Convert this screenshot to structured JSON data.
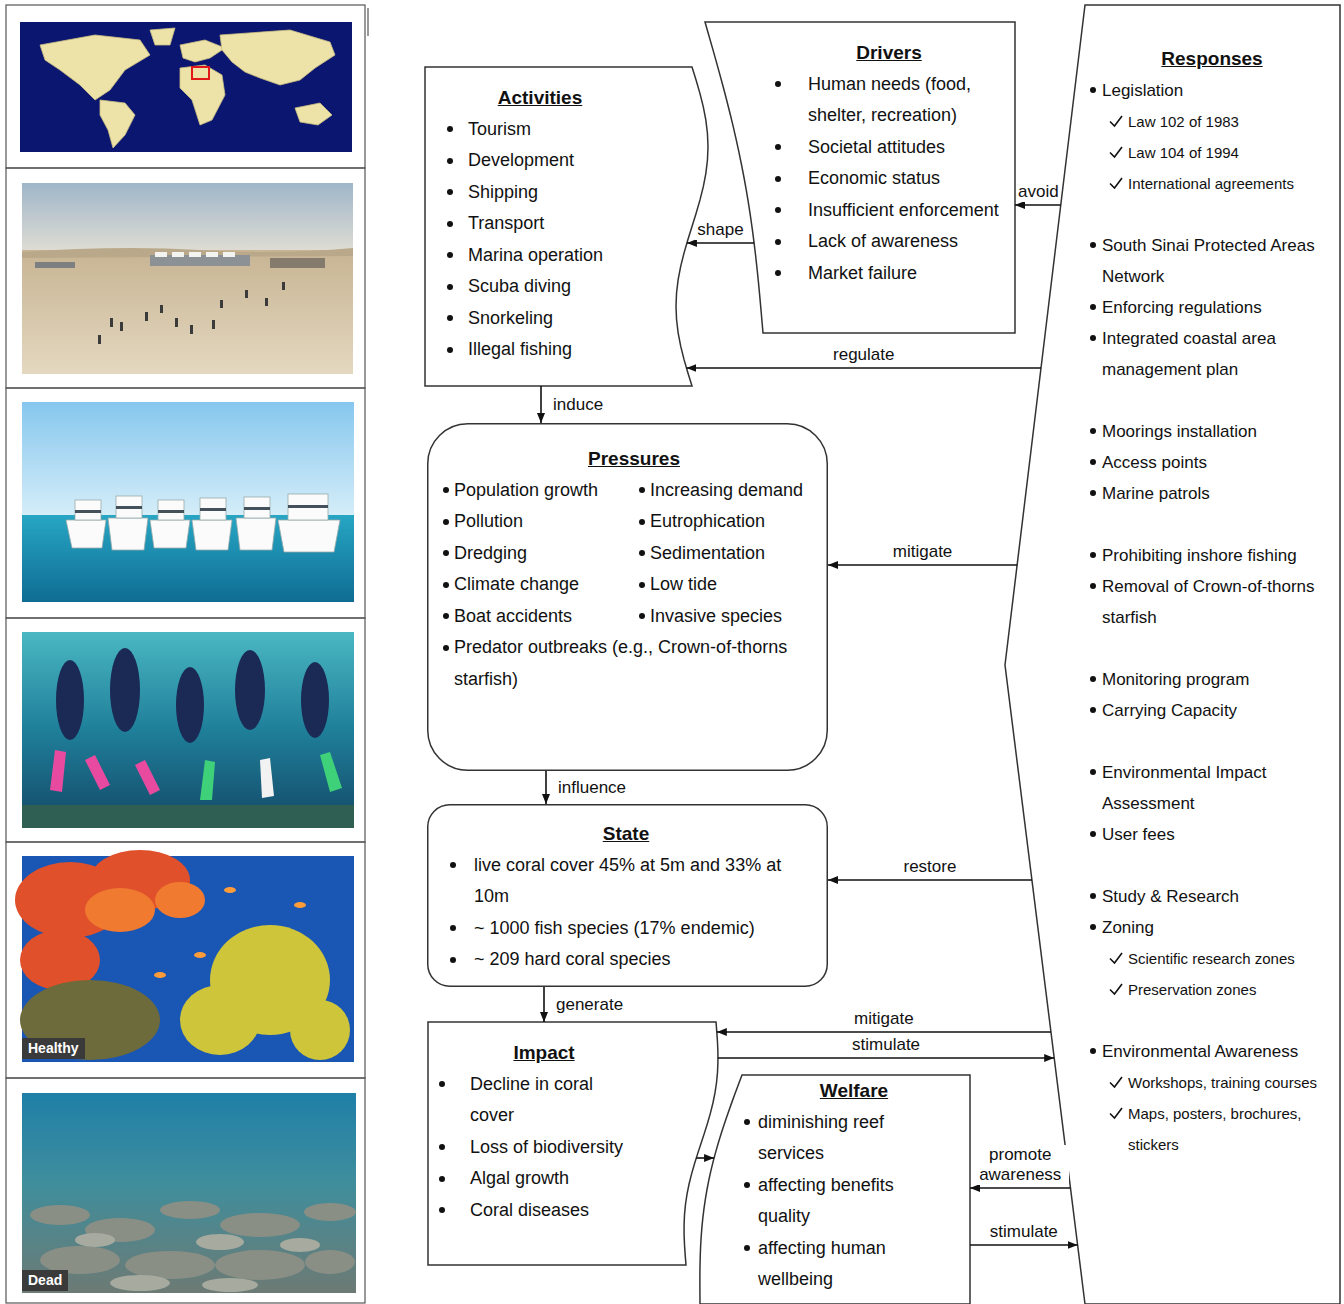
{
  "diagram": {
    "nodes": [
      {
        "text": [
          "Activities",
          "Tourism",
          "Development",
          "Shipping",
          "Transport",
          "Marina operation",
          "Scuba diving",
          "Snorkeling",
          "Illegal fishing"
        ]
      },
      {
        "text": [
          "Drivers",
          "Human needs (food, shelter, recreation)",
          "Societal attitudes",
          "Economic status",
          "Insufficient enforcement",
          "Lack of awareness",
          "Market failure"
        ]
      },
      {
        "text": [
          "Responses",
          "Legislation",
          "Law 102 of 1983",
          "Law 104 of 1994",
          "International agreements",
          "South Sinai Protected Areas Network",
          "Enforcing regulations",
          "Integrated coastal area management plan",
          "Moorings installation",
          "Access points",
          "Marine patrols",
          "Prohibiting inshore fishing",
          "Removal of Crown-of-thorns starfish",
          "Monitoring program",
          "Carrying Capacity",
          "Environmental Impact Assessment",
          "User fees",
          "Study & Research",
          "Zoning",
          "Scientific research zones",
          "Preservation zones",
          "Environmental Awareness",
          "Workshops, training courses",
          "Maps, posters, brochures, stickers"
        ]
      },
      {
        "text": [
          "Pressures",
          "Population growth",
          "Increasing demand",
          "Pollution",
          "Eutrophication",
          "Dredging",
          "Sedimentation",
          "Climate change",
          "Low tide",
          "Boat accidents",
          "Invasive species",
          "Predator outbreaks (e.g., Crown-of-thorns starfish)"
        ]
      },
      {
        "text": [
          "State",
          "live coral cover 45% at 5m and 33% at 10m",
          "~ 1000 fish species (17% endemic)",
          "~ 209 hard coral species"
        ]
      },
      {
        "text": [
          "Impact",
          "Decline in coral cover",
          "Loss of biodiversity",
          "Algal growth",
          "Coral diseases"
        ]
      },
      {
        "text": [
          "Welfare",
          "diminishing reef services",
          "affecting benefits quality",
          "affecting human wellbeing"
        ]
      }
    ],
    "edges": [
      {
        "from": 1,
        "to": 0,
        "label": "shape",
        "arrow": "to"
      },
      {
        "from": 2,
        "to": 1,
        "label": "avoid",
        "arrow": "to"
      },
      {
        "from": 2,
        "to": 0,
        "label": "regulate",
        "arrow": "to"
      },
      {
        "from": 0,
        "to": 3,
        "label": "induce",
        "arrow": "to"
      },
      {
        "from": 2,
        "to": 3,
        "label": "mitigate",
        "arrow": "to"
      },
      {
        "from": 3,
        "to": 4,
        "label": "influence",
        "arrow": "to"
      },
      {
        "from": 2,
        "to": 4,
        "label": "restore",
        "arrow": "to"
      },
      {
        "from": 4,
        "to": 5,
        "label": "generate",
        "arrow": "to"
      },
      {
        "from": 2,
        "to": 5,
        "label": "mitigate",
        "arrow": "to"
      },
      {
        "from": 5,
        "to": 2,
        "label": "stimulate",
        "arrow": "to"
      },
      {
        "from": 5,
        "to": 6,
        "arrow": "to"
      },
      {
        "from": 2,
        "to": 6,
        "label": "promote awareness",
        "arrow": "to"
      },
      {
        "from": 6,
        "to": 2,
        "label": "stimulate",
        "arrow": "to"
      }
    ],
    "labels": [
      "Healthy",
      "Dead"
    ]
  }
}
